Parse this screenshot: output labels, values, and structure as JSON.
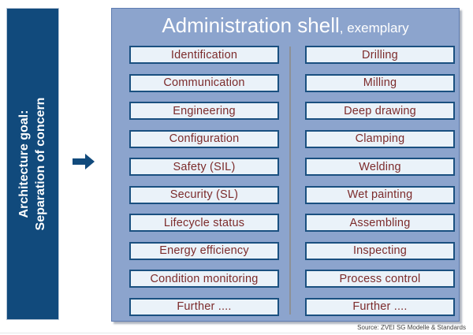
{
  "sidebar": {
    "line1": "Architecture goal:",
    "line2": "Separation of concern"
  },
  "title": {
    "main": "Administration shell",
    "suffix": ", exemplary"
  },
  "columns": {
    "left": [
      "Identification",
      "Communication",
      "Engineering",
      "Configuration",
      "Safety (SIL)",
      "Security (SL)",
      "Lifecycle status",
      "Energy efficiency",
      "Condition monitoring",
      "Further ...."
    ],
    "right": [
      "Drilling",
      "Milling",
      "Deep drawing",
      "Clamping",
      "Welding",
      "Wet painting",
      "Assembling",
      "Inspecting",
      "Process control",
      "Further ...."
    ]
  },
  "source": "Source: ZVEI SG Modelle & Standards",
  "icons": {
    "arrow": "right-block-arrow-icon"
  },
  "colors": {
    "navy": "#114A7C",
    "panel_bg": "#8CA4CD",
    "box_fill": "#EAF2F9",
    "box_border": "#1A5080",
    "box_text": "#7C2B2B",
    "divider": "#8D9196",
    "title_text": "#FFFFFF"
  }
}
